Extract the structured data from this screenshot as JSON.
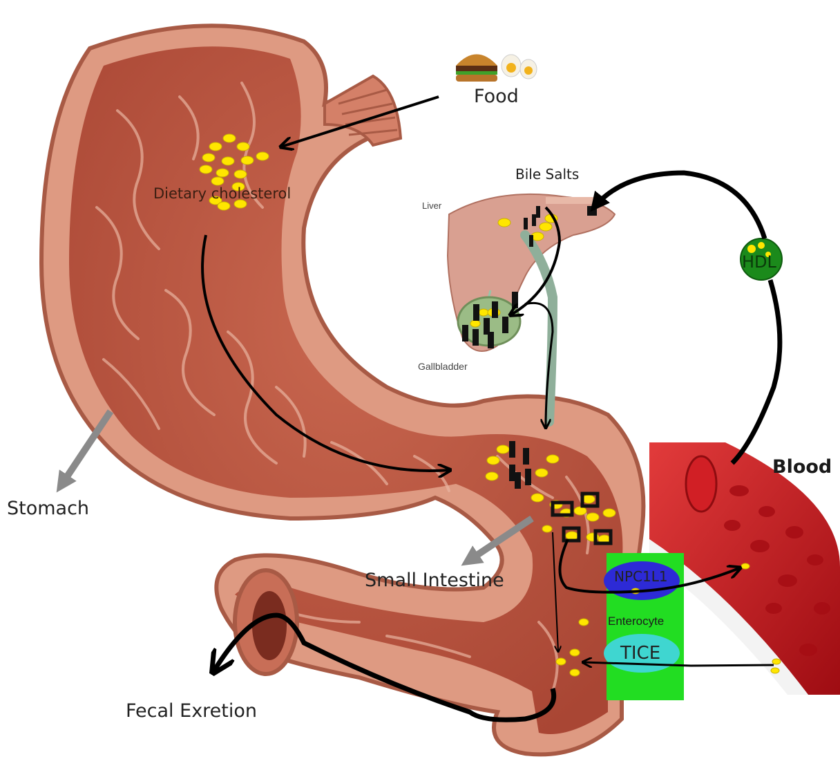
{
  "labels": {
    "food": "Food",
    "dietary_cholesterol": "Dietary cholesterol",
    "bile_salts": "Bile Salts",
    "liver": "Liver",
    "gallbladder": "Gallbladder",
    "hdl": "HDL",
    "blood": "Blood",
    "stomach": "Stomach",
    "small_intestine": "Small Intestine",
    "npc1l1": "NPC1L1",
    "enterocyte": "Enterocyte",
    "tice": "TICE",
    "fecal_excretion": "Fecal Exretion"
  },
  "colors": {
    "tissue": "#d98a72",
    "tissue_dark": "#b5553f",
    "lining": "#c96a55",
    "cholesterol": "#ffe600",
    "bile_bar": "#111111",
    "hdl": "#1b8a1b",
    "blood_vessel": "#c0141a",
    "enterocyte": "#22dd22",
    "npc1l1": "#2d2ad6",
    "tice": "#3fd6d0",
    "arrow": "#000000",
    "pointer": "#8a8a8a"
  },
  "icons": [
    "burger-icon",
    "egg-icon"
  ]
}
